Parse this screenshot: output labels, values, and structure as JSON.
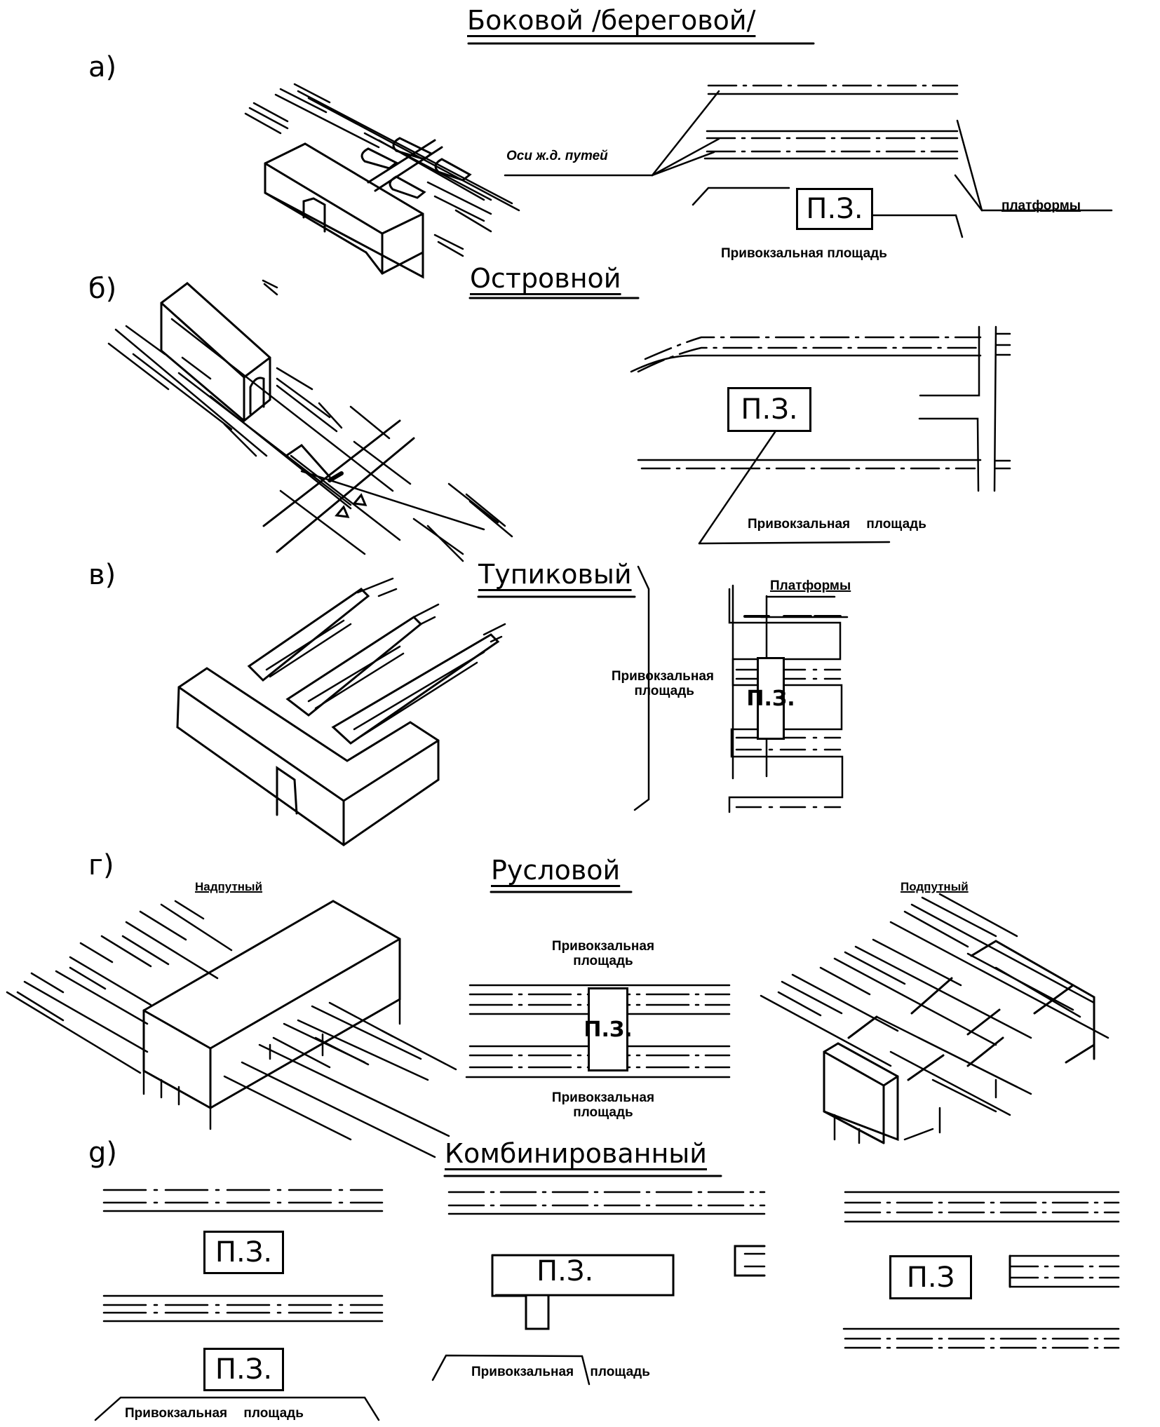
{
  "figure": {
    "sections": [
      {
        "letter": "а)",
        "title": "Боковой /береговой/",
        "labels": {
          "track_axes": "Оси ж.д. путей",
          "platforms": "платформы",
          "square": "Привокзальная площадь",
          "building": "П.З."
        }
      },
      {
        "letter": "б)",
        "title": "Островной",
        "labels": {
          "square": "Привокзальная площадь",
          "building": "П.З."
        }
      },
      {
        "letter": "в)",
        "title": "Тупиковый",
        "labels": {
          "square_line1": "Привокзальная",
          "square_line2": "площадь",
          "platforms": "Платформы",
          "building": "П.З."
        }
      },
      {
        "letter": "г)",
        "title": "Русловой",
        "labels": {
          "above_track": "Надпутный",
          "below_track": "Подпутный",
          "square_top_line1": "Привокзальная",
          "square_top_line2": "площадь",
          "square_bottom_line1": "Привокзальная",
          "square_bottom_line2": "площадь",
          "building": "П.З."
        }
      },
      {
        "letter": "g)",
        "title": "Комбинированный",
        "labels": {
          "building_1": "П.З.",
          "building_2": "П.З.",
          "square_left": "Привокзальная площадь",
          "building_center": "П.З.",
          "square_center": "Привокзальная площадь",
          "building_right": "П.З"
        }
      }
    ]
  }
}
